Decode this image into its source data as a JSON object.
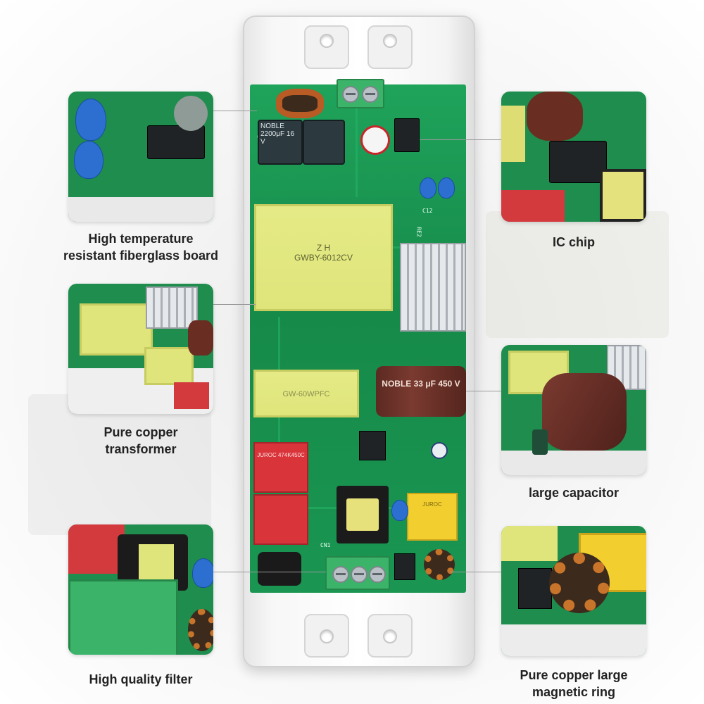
{
  "callouts": [
    {
      "line1": "High temperature",
      "line2": "resistant fiberglass board"
    },
    {
      "line1": "IC chip",
      "line2": ""
    },
    {
      "line1": "Pure copper",
      "line2": "transformer"
    },
    {
      "line1": "large capacitor",
      "line2": ""
    },
    {
      "line1": "High quality filter",
      "line2": ""
    },
    {
      "line1": "Pure copper large",
      "line2": "magnetic ring"
    }
  ],
  "board": {
    "main_transformer": {
      "line1": "Z H",
      "line2": "GWBY-6012CV"
    },
    "pfc_transformer": "GW-60WPFC",
    "cap_small": "NOBLE 2200μF 16 V",
    "cap_large": "NOBLE 33 μF 450 V",
    "x_cap": "JUROC 474K450C",
    "y_cap": "JUROC"
  },
  "colors": {
    "pcb": "#1a9652",
    "background": "#f3f3f3",
    "caption": "#222222"
  }
}
